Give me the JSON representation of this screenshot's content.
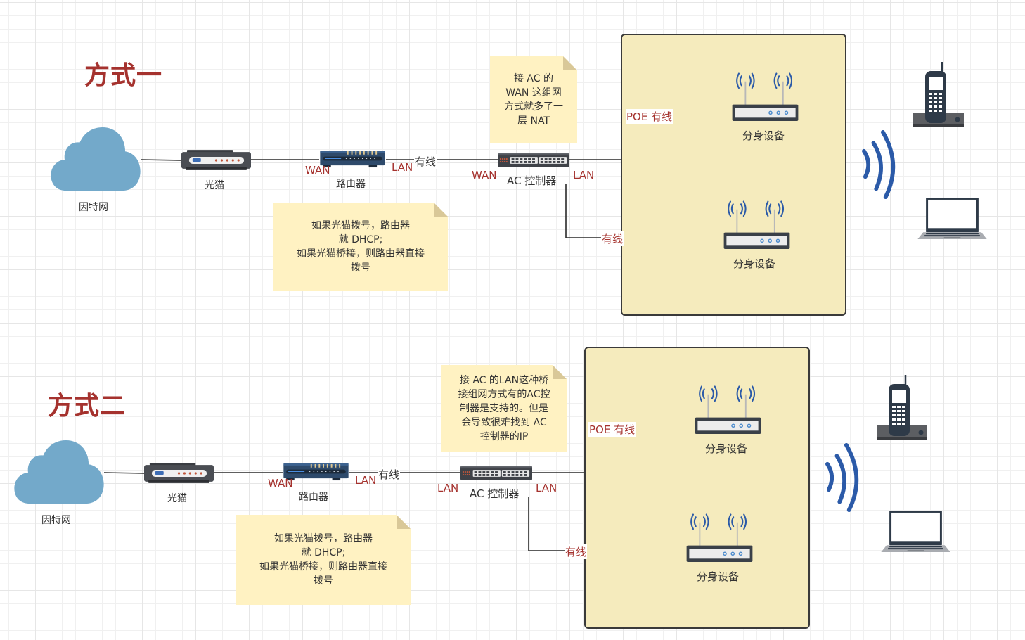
{
  "sections": [
    {
      "title": "方式一",
      "internet": "因特网",
      "modem": "光猫",
      "router": "路由器",
      "router_wan": "WAN",
      "router_lan": "LAN",
      "wired_label": "有线",
      "ac_left_port": "WAN",
      "ac_label": "AC 控制器",
      "ac_right_port": "LAN",
      "poe_label": "POE 有线",
      "wired_label_2": "有线",
      "ap_top": "分身设备",
      "ap_bottom": "分身设备",
      "note_ac": "接 AC 的\nWAN 这组网\n方式就多了一\n层 NAT",
      "note_modem": "如果光猫拨号，路由器\n就 DHCP;\n如果光猫桥接，则路由器直接\n拨号"
    },
    {
      "title": "方式二",
      "internet": "因特网",
      "modem": "光猫",
      "router": "路由器",
      "router_wan": "WAN",
      "router_lan": "LAN",
      "wired_label": "有线",
      "ac_left_port": "LAN",
      "ac_label": "AC 控制器",
      "ac_right_port": "LAN",
      "poe_label": "POE 有线",
      "wired_label_2": "有线",
      "ap_top": "分身设备",
      "ap_bottom": "分身设备",
      "note_ac": "接 AC 的LAN这种桥\n接组网方式有的AC控\n制器是支持的。但是\n会导致很难找到 AC\n控制器的IP",
      "note_modem": "如果光猫拨号，路由器\n就 DHCP;\n如果光猫桥接，则路由器直接\n拨号"
    }
  ],
  "icons": [
    "cloud-icon",
    "modem-icon",
    "router-icon",
    "switch-icon",
    "wireless-ap-icon",
    "wifi-signal-icon",
    "cordless-phone-icon",
    "laptop-icon"
  ],
  "colors": {
    "title_red": "#a5322e",
    "zone_fill": "#f5ebbd",
    "note_fill": "#fff2c2",
    "cloud_blue": "#73a9ca",
    "wifi_blue": "#2b5aa8"
  }
}
